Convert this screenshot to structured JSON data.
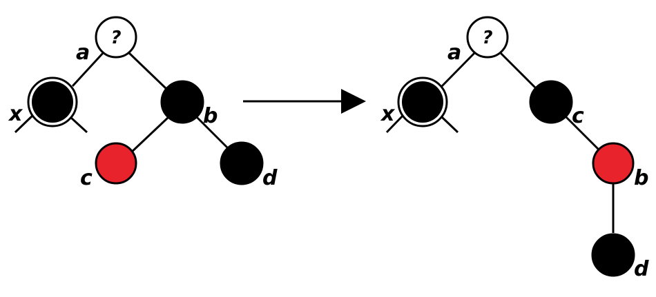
{
  "colors": {
    "black_node": "#000000",
    "red_node": "#e8232b",
    "unknown_node": "#ffffff",
    "edge": "#000000"
  },
  "left_tree": {
    "root": {
      "label": "a",
      "mark": "?",
      "color": "unknown"
    },
    "x": {
      "label": "x",
      "color": "doubly-black"
    },
    "b": {
      "label": "b",
      "color": "black"
    },
    "c": {
      "label": "c",
      "color": "red"
    },
    "d": {
      "label": "d",
      "color": "black"
    }
  },
  "right_tree": {
    "root": {
      "label": "a",
      "mark": "?",
      "color": "unknown"
    },
    "x": {
      "label": "x",
      "color": "doubly-black"
    },
    "c": {
      "label": "c",
      "color": "black"
    },
    "b": {
      "label": "b",
      "color": "red"
    },
    "d": {
      "label": "d",
      "color": "black"
    }
  },
  "transition": {
    "icon": "right-arrow-icon"
  }
}
